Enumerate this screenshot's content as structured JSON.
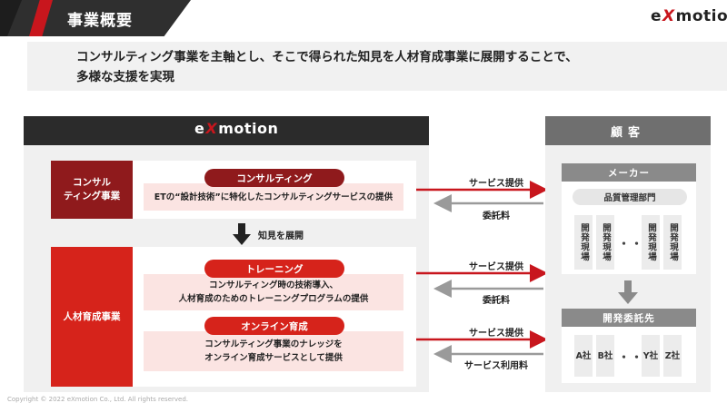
{
  "header": {
    "title": "事業概要",
    "logo": {
      "pre": "e",
      "x": "X",
      "post": "motion"
    }
  },
  "lead": {
    "line1": "コンサルティング事業を主軸とし、そこで得られた知見を人材育成事業に展開することで、",
    "line2": "多様な支援を実現"
  },
  "exmotion_panel": {
    "logo": {
      "pre": "e",
      "x": "X",
      "post": "motion"
    },
    "consulting_division": {
      "label_line1": "コンサル",
      "label_line2": "ティング事業",
      "service": "コンサルティング",
      "description": "ETの“設計技術”に特化したコンサルティングサービスの提供"
    },
    "expand_label": "知見を展開",
    "hr_division": {
      "label": "人材育成事業",
      "training": {
        "service": "トレーニング",
        "desc_line1": "コンサルティング時の技術導入、",
        "desc_line2": "人材育成のためのトレーニングプログラムの提供"
      },
      "online": {
        "service": "オンライン育成",
        "desc_line1": "コンサルティング事業のナレッジを",
        "desc_line2": "オンライン育成サービスとして提供"
      }
    }
  },
  "flows": [
    {
      "out": "サービス提供",
      "back": "委託料"
    },
    {
      "out": "サービス提供",
      "back": "委託料"
    },
    {
      "out": "サービス提供",
      "back": "サービス利用料"
    }
  ],
  "customer_panel": {
    "title": "顧客",
    "maker": {
      "label": "メーカー",
      "qa_dept": "品質管理部門",
      "dev_sites": [
        "開発現場",
        "開発現場",
        "開発現場",
        "開発現場"
      ],
      "ellipsis": "・・・"
    },
    "contractors": {
      "label": "開発委託先",
      "companies": [
        "A社",
        "B社",
        "Y社",
        "Z社"
      ],
      "ellipsis": "・・・"
    }
  },
  "footer": "Copyright © 2022 eXmotion Co., Ltd. All rights reserved.",
  "colors": {
    "dark": "#2b2b2b",
    "brand_red": "#d6231b",
    "deep_red": "#8f1a1c",
    "pink": "#fbe4e2",
    "gray_head": "#6f6f6f"
  }
}
